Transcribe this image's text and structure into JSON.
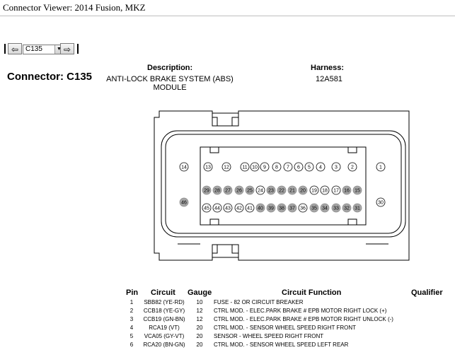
{
  "window": {
    "title": "Connector Viewer: 2014 Fusion, MKZ"
  },
  "nav": {
    "prev_icon": "⇦",
    "next_icon": "⇨",
    "selected_connector": "C135"
  },
  "connector": {
    "label": "Connector: C135",
    "description_heading": "Description:",
    "description_line1": "ANTI-LOCK BRAKE SYSTEM (ABS)",
    "description_line2": "MODULE",
    "harness_heading": "Harness:",
    "harness_value": "12A581"
  },
  "diagram": {
    "pin_colors": {
      "populated": "#ffffff",
      "empty": "#a6a6a6",
      "outline": "#000000"
    },
    "top_row": [
      "14",
      "13",
      "12",
      "11",
      "10",
      "9",
      "8",
      "7",
      "6",
      "5",
      "4",
      "3",
      "2",
      "1"
    ],
    "middle_row": [
      "29",
      "28",
      "27",
      "26",
      "25",
      "24",
      "23",
      "22",
      "21",
      "20",
      "19",
      "18",
      "17",
      "16",
      "15"
    ],
    "bottom_row": [
      "46",
      "45",
      "44",
      "43",
      "42",
      "41",
      "40",
      "39",
      "38",
      "37",
      "36",
      "35",
      "34",
      "33",
      "32",
      "31",
      "30"
    ],
    "empty_pins": [
      "46",
      "29",
      "28",
      "27",
      "26",
      "25",
      "23",
      "22",
      "21",
      "20",
      "16",
      "15",
      "40",
      "39",
      "38",
      "37",
      "35",
      "34",
      "33",
      "32",
      "31"
    ]
  },
  "table": {
    "headers": {
      "pin": "Pin",
      "circuit": "Circuit",
      "gauge": "Gauge",
      "function": "Circuit Function",
      "qualifier": "Qualifier"
    },
    "rows": [
      {
        "pin": "1",
        "circuit": "SBB82 (YE-RD)",
        "gauge": "10",
        "function": "FUSE - 82 OR CIRCUIT BREAKER"
      },
      {
        "pin": "2",
        "circuit": "CCB18 (YE-GY)",
        "gauge": "12",
        "function": "CTRL MOD. - ELEC.PARK BRAKE # EPB MOTOR RIGHT LOCK (+)"
      },
      {
        "pin": "3",
        "circuit": "CCB19 (GN-BN)",
        "gauge": "12",
        "function": "CTRL MOD. - ELEC.PARK BRAKE # EPB MOTOR RIGHT UNLOCK (-)"
      },
      {
        "pin": "4",
        "circuit": "RCA19 (VT)",
        "gauge": "20",
        "function": "CTRL MOD. - SENSOR WHEEL SPEED RIGHT FRONT"
      },
      {
        "pin": "5",
        "circuit": "VCA05 (GY-VT)",
        "gauge": "20",
        "function": "SENSOR - WHEEL SPEED RIGHT FRONT"
      },
      {
        "pin": "6",
        "circuit": "RCA20 (BN-GN)",
        "gauge": "20",
        "function": "CTRL MOD. - SENSOR WHEEL SPEED LEFT REAR"
      }
    ]
  }
}
